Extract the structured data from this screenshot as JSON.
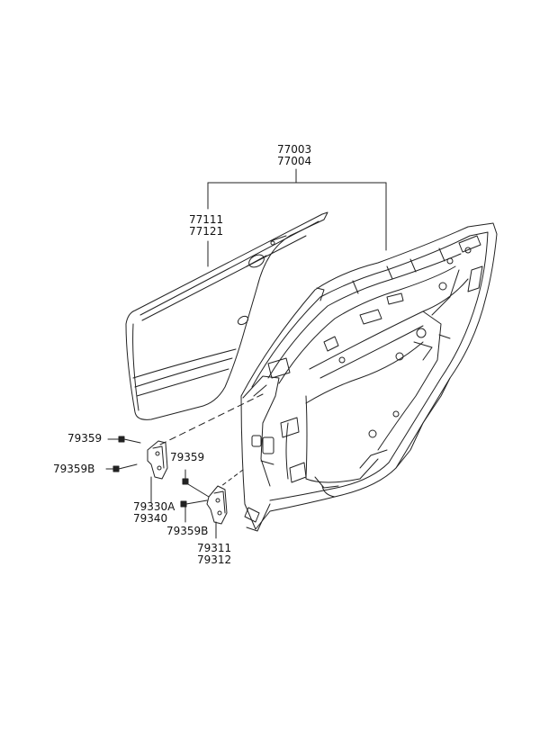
{
  "labels": {
    "door_assembly": [
      "77003",
      "77004"
    ],
    "outer_panel": [
      "77111",
      "77121"
    ],
    "bolt_upper_left": "79359",
    "bolt_lower_left": "79359B",
    "bolt_upper_right": "79359",
    "hinge_upper": [
      "79330A",
      "79340"
    ],
    "bolt_lower_right": "79359B",
    "hinge_lower": [
      "79311",
      "79312"
    ]
  }
}
